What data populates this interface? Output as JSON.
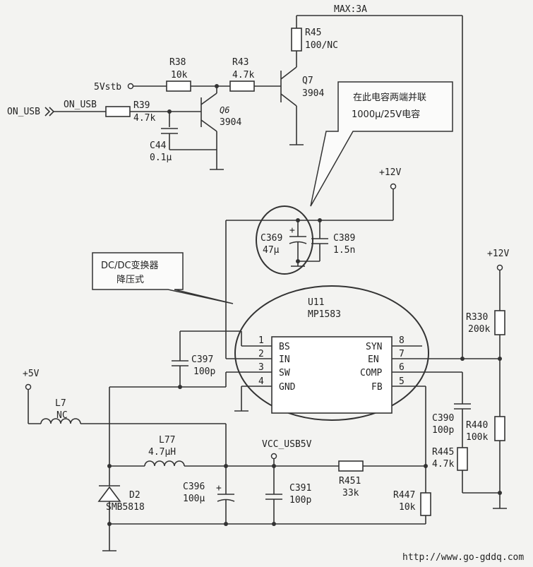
{
  "labels": {
    "max_current": "MAX:3A",
    "r45": "R45",
    "r45_val": "100/NC",
    "r38": "R38",
    "r38_val": "10k",
    "r43": "R43",
    "r43_val": "4.7k",
    "q7": "Q7",
    "q7_val": "3904",
    "vstb": "5Vstb",
    "on_usb_in": "ON_USB",
    "on_usb_net": "ON_USB",
    "r39": "R39",
    "r39_val": "4.7k",
    "q6": "Q6",
    "q6_val": "3904",
    "c44": "C44",
    "c44_val": "0.1μ",
    "note_top_line1": "在此电容两端并联",
    "note_top_line2": "1000μ/25V电容",
    "v12_top": "+12V",
    "c369": "C369",
    "c369_val": "47μ",
    "c389": "C389",
    "c389_val": "1.5n",
    "note_left_line1": "DC/DC变换器",
    "note_left_line2": "降压式",
    "v12_right": "+12V",
    "u11": "U11",
    "u11_part": "MP1583",
    "pin_bs": "BS",
    "pin_in": "IN",
    "pin_sw": "SW",
    "pin_gnd": "GND",
    "pin_syn": "SYN",
    "pin_en": "EN",
    "pin_comp": "COMP",
    "pin_fb": "FB",
    "pin1": "1",
    "pin2": "2",
    "pin3": "3",
    "pin4": "4",
    "pin5": "5",
    "pin6": "6",
    "pin7": "7",
    "pin8": "8",
    "r330": "R330",
    "r330_val": "200k",
    "c397": "C397",
    "c397_val": "100p",
    "v5": "+5V",
    "l7": "L7",
    "l7_val": "NC",
    "c390": "C390",
    "c390_val": "100p",
    "r440": "R440",
    "r440_val": "100k",
    "l77": "L77",
    "l77_val": "4.7μH",
    "vcc_usb": "VCC_USB5V",
    "r445": "R445",
    "r445_val": "4.7k",
    "r451": "R451",
    "r451_val": "33k",
    "d2": "D2",
    "d2_val": "SMB5818",
    "c396": "C396",
    "c396_val": "100μ",
    "c391": "C391",
    "c391_val": "100p",
    "r447": "R447",
    "r447_val": "10k",
    "url": "http://www.go-gddq.com"
  }
}
